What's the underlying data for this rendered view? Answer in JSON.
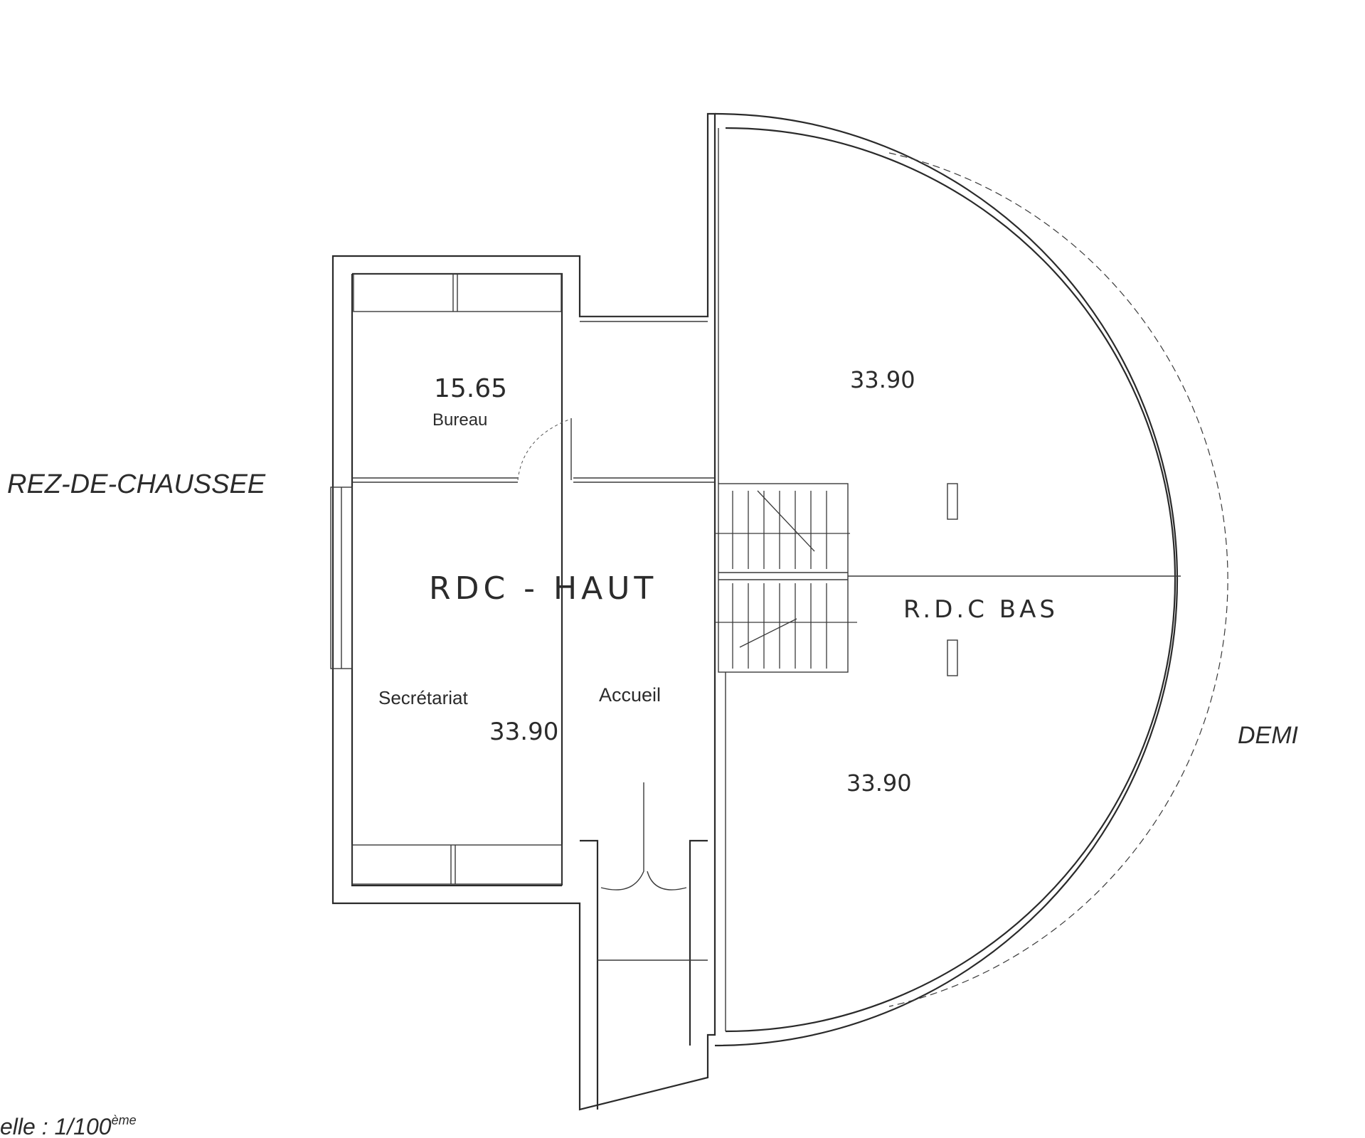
{
  "title_left": "REZ-DE-CHAUSSEE",
  "title_right": "DEMI",
  "scale": {
    "text": "elle : 1/100",
    "suffix": "ème"
  },
  "rooms": {
    "bureau": {
      "area": "15.65",
      "label": "Bureau"
    },
    "rdc_haut": {
      "label": "RDC - HAUT"
    },
    "secretariat": {
      "label": "Secrétariat",
      "area": "33.90"
    },
    "accueil": {
      "label": "Accueil"
    },
    "rdc_bas_upper": {
      "area": "33.90"
    },
    "rdc_bas": {
      "label": "R.D.C  BAS"
    },
    "rdc_bas_lower": {
      "area": "33.90"
    }
  },
  "colors": {
    "ink": "#2b2b2b",
    "paper": "#ffffff"
  }
}
